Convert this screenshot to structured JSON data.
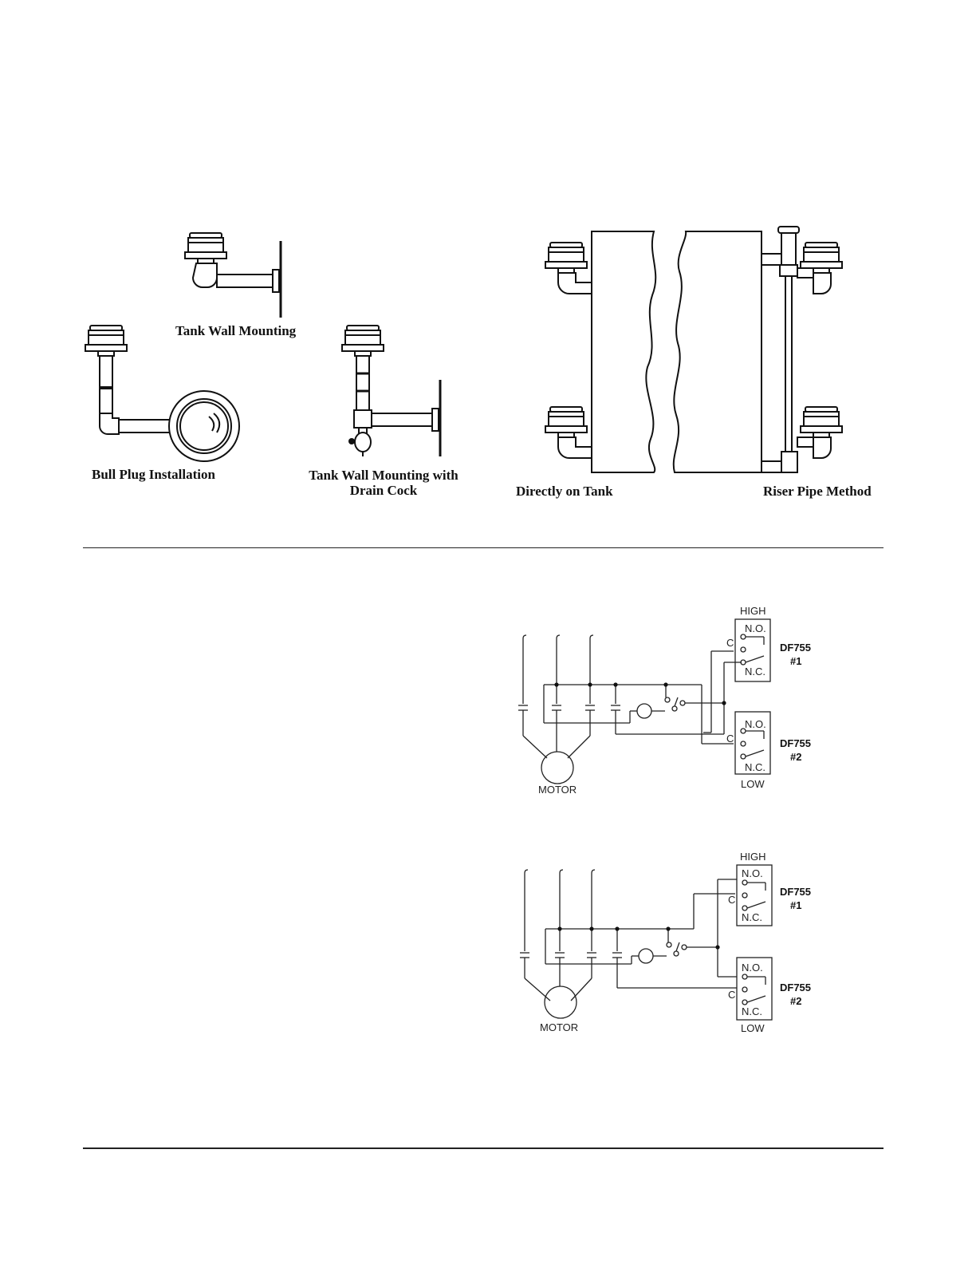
{
  "figures": {
    "tank_wall_mounting": "Tank Wall Mounting",
    "bull_plug": "Bull Plug Installation",
    "drain_cock_line1": "Tank Wall Mounting with",
    "drain_cock_line2": "Drain Cock",
    "directly_on_tank": "Directly on Tank",
    "riser_pipe": "Riser Pipe Method"
  },
  "wiring_diagrams": [
    {
      "high": "HIGH",
      "low": "LOW",
      "no": "N.O.",
      "nc": "N.C.",
      "common": "C",
      "motor": "MOTOR",
      "switch1_model": "DF755",
      "switch1_num": "#1",
      "switch2_model": "DF755",
      "switch2_num": "#2"
    },
    {
      "high": "HIGH",
      "low": "LOW",
      "no": "N.O.",
      "nc": "N.C.",
      "common": "C",
      "motor": "MOTOR",
      "switch1_model": "DF755",
      "switch1_num": "#1",
      "switch2_model": "DF755",
      "switch2_num": "#2"
    }
  ]
}
